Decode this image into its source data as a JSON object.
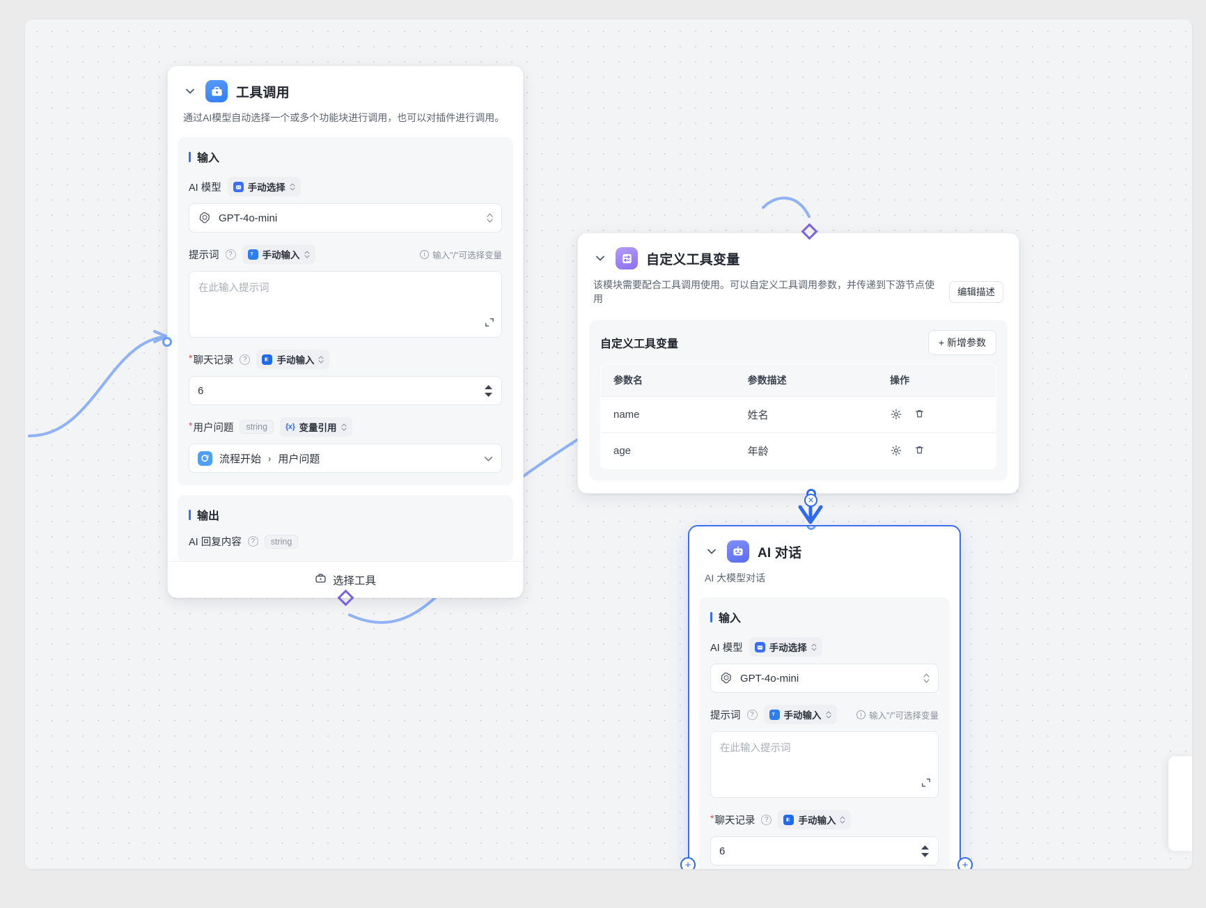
{
  "canvas": {
    "background_color": "#f3f4f6",
    "accent_color": "#3b6df6",
    "edge_color": "#8fb2f7",
    "diamond_color": "#7b61e0"
  },
  "nodes": {
    "tool_call": {
      "title": "工具调用",
      "description": "通过AI模型自动选择一个或多个功能块进行调用，也可以对插件进行调用。",
      "icon": "toolbox-icon",
      "input_section_title": "输入",
      "output_section_title": "输出",
      "fields": {
        "model_label": "AI 模型",
        "model_mode": "手动选择",
        "model_value": "GPT-4o-mini",
        "prompt_label": "提示词",
        "prompt_mode": "手动输入",
        "prompt_hint": "输入\"/\"可选择变量",
        "prompt_placeholder": "在此输入提示词",
        "chat_label": "聊天记录",
        "chat_mode": "手动输入",
        "chat_value": "6",
        "question_label": "用户问题",
        "question_type": "string",
        "question_mode": "变量引用",
        "question_ref_source": "流程开始",
        "question_ref_field": "用户问题"
      },
      "output": {
        "label": "AI 回复内容",
        "type": "string"
      },
      "footer_button": "选择工具"
    },
    "tool_vars": {
      "title": "自定义工具变量",
      "description": "该模块需要配合工具调用使用。可以自定义工具调用参数，并传递到下游节点使用",
      "icon": "sliders-icon",
      "edit_desc_button": "编辑描述",
      "panel_title": "自定义工具变量",
      "add_button": "+ 新增参数",
      "table": {
        "columns": [
          "参数名",
          "参数描述",
          "操作"
        ],
        "rows": [
          {
            "name": "name",
            "desc": "姓名",
            "ops": [
              "gear-icon",
              "trash-icon"
            ]
          },
          {
            "name": "age",
            "desc": "年龄",
            "ops": [
              "gear-icon",
              "trash-icon"
            ]
          }
        ]
      }
    },
    "ai_chat": {
      "title": "AI 对话",
      "description": "AI 大模型对话",
      "icon": "robot-icon",
      "input_section_title": "输入",
      "fields": {
        "model_label": "AI 模型",
        "model_mode": "手动选择",
        "model_value": "GPT-4o-mini",
        "prompt_label": "提示词",
        "prompt_mode": "手动输入",
        "prompt_hint": "输入\"/\"可选择变量",
        "prompt_placeholder": "在此输入提示词",
        "chat_label": "聊天记录",
        "chat_mode": "手动输入",
        "chat_value": "6"
      }
    }
  }
}
